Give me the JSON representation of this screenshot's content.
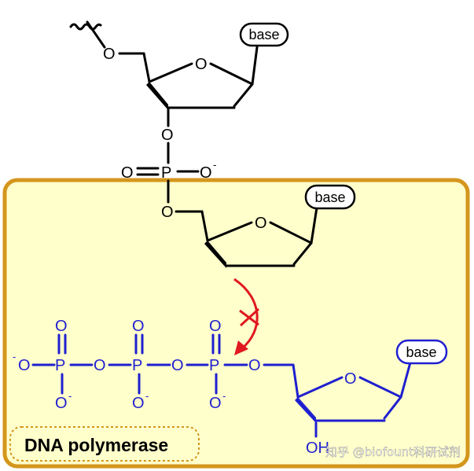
{
  "colors": {
    "box_fill": "#ffffcc",
    "box_border": "#d4961c",
    "incoming_strand": "#1f1fd0",
    "arrow": "#e0181f",
    "watermark": "#ffffff"
  },
  "labels": {
    "base_top": "base",
    "base_middle": "base",
    "base_bottom": "base",
    "enzyme": "DNA polymerase",
    "watermark": "知乎 @biofount科研试剂"
  },
  "atoms": {
    "O": "O",
    "P": "P",
    "OH": "OH",
    "minus": "-"
  },
  "arrow_blocked": true
}
